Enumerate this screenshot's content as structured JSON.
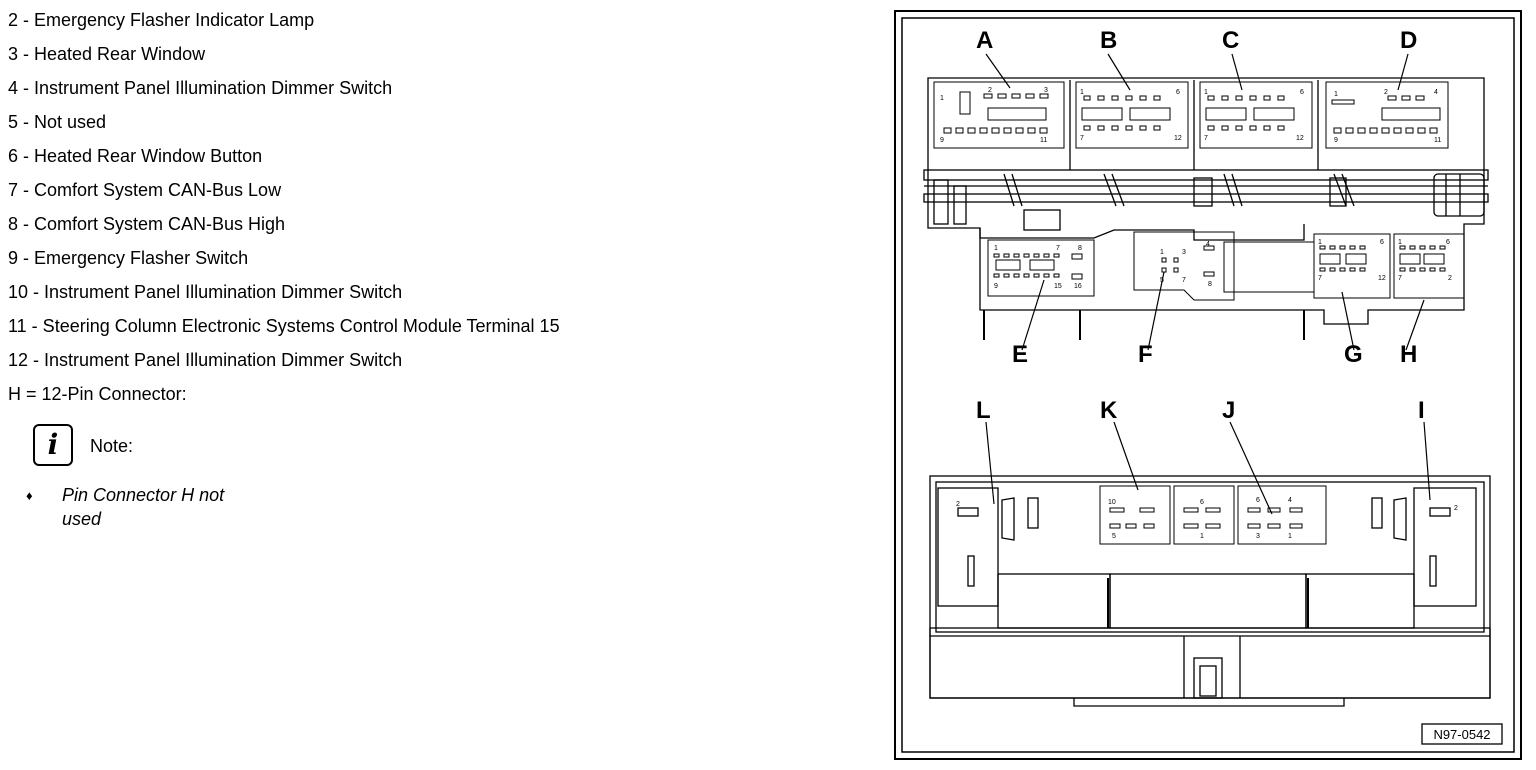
{
  "legend": {
    "items": [
      "2 - Emergency Flasher Indicator Lamp",
      "3 - Heated Rear Window",
      "4 - Instrument Panel Illumination Dimmer Switch",
      "5 - Not used",
      "6 - Heated Rear Window Button",
      "7 - Comfort System CAN-Bus Low",
      "8 - Comfort System CAN-Bus High",
      "9 - Emergency Flasher Switch",
      "10 - Instrument Panel Illumination Dimmer Switch",
      "11 - Steering Column Electronic Systems Control Module Terminal 15",
      "12 - Instrument Panel Illumination Dimmer Switch",
      "H = 12-Pin Connector:"
    ]
  },
  "note": {
    "icon": "i",
    "label": "Note:",
    "bullet": "♦",
    "text": "Pin Connector H not used"
  },
  "diagram": {
    "labels_top": {
      "A": "A",
      "B": "B",
      "C": "C",
      "D": "D"
    },
    "labels_mid": {
      "E": "E",
      "F": "F",
      "G": "G",
      "H": "H"
    },
    "labels_bottom": {
      "L": "L",
      "K": "K",
      "J": "J",
      "I": "I"
    },
    "pins": {
      "a1": "1",
      "a2": "2",
      "a3": "3",
      "a9": "9",
      "a11": "11",
      "b1": "1",
      "b6": "6",
      "b7": "7",
      "b12": "12",
      "c1": "1",
      "c6": "6",
      "c7": "7",
      "c12": "12",
      "d1": "1",
      "d2": "2",
      "d4": "4",
      "d9": "9",
      "d11": "11",
      "e1": "1",
      "e7": "7",
      "e8": "8",
      "e9": "9",
      "e15": "15",
      "e16": "16",
      "f1": "1",
      "f3": "3",
      "f4": "4",
      "f5": "5",
      "f7": "7",
      "f8": "8",
      "g1": "1",
      "g6": "6",
      "g7": "7",
      "g12": "12",
      "h1": "1",
      "h6": "6",
      "h7": "7",
      "h2": "2",
      "k10": "10",
      "k5": "5",
      "j6": "6",
      "j4": "4",
      "j3": "3",
      "j1": "1",
      "m6": "6",
      "m1": "1",
      "l2": "2",
      "i2": "2"
    },
    "ref": "N97-0542"
  }
}
